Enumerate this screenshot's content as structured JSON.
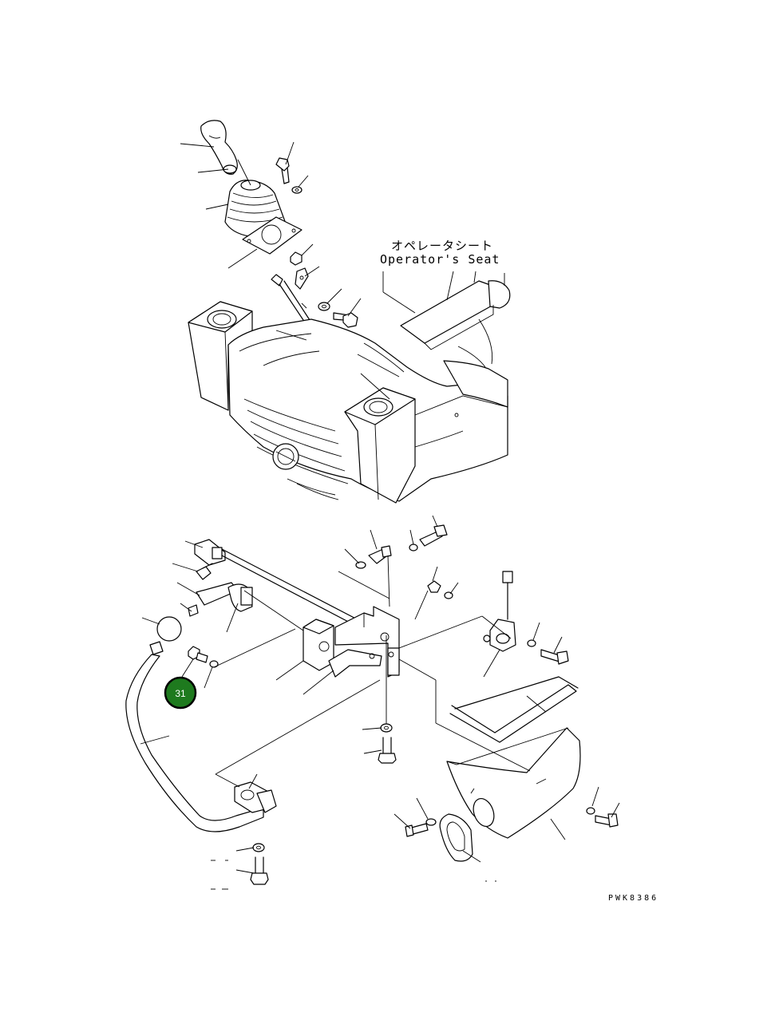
{
  "seat_label_jp": "オペレータシート",
  "seat_label_en": "Operator's Seat",
  "drawing_code": "PWK8386",
  "callout": {
    "number": "31",
    "color": "#1e7a1e",
    "ring_color": "#000000"
  }
}
